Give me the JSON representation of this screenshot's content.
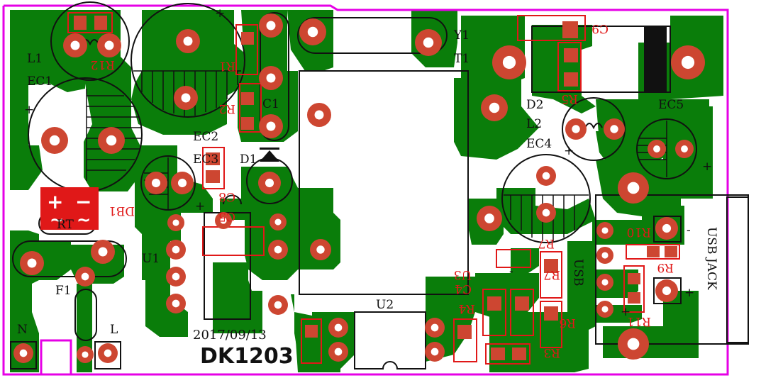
{
  "board": {
    "part_number": "DK1203",
    "date": "2017/09/13",
    "colors": {
      "copper": "#0a7d0a",
      "pad": "#cd4631",
      "pad_hole": "#ffffff",
      "silkscreen": "#111111",
      "bottom_silk": "#e01818",
      "outline": "#e600e6",
      "background": "#ffffff"
    }
  },
  "labels": {
    "L1": "L1",
    "EC1": "EC1",
    "R12": "R12",
    "R1": "R1",
    "R2": "R2",
    "C1": "C1",
    "EC2": "EC2",
    "EC3": "EC3",
    "D1": "D1",
    "C8": "C8",
    "C5": "C5",
    "DB1": "DB1",
    "RT": "RT",
    "U1": "U1",
    "F1": "F1",
    "N": "N",
    "L": "L",
    "Y1": "Y1",
    "T1": "T1",
    "D2": "D2",
    "L2": "L2",
    "EC4": "EC4",
    "EC5": "EC5",
    "C9": "C9",
    "R10": "R10",
    "R9": "R9",
    "R11": "R11",
    "U3": "U3",
    "C4": "C4",
    "R4": "R4",
    "R7": "R7",
    "R6": "R6",
    "R3": "R3",
    "R5": "R5",
    "U2": "U2",
    "USB": "USB",
    "USB_JACK": "USB JACK",
    "plus": "+",
    "minus": "−",
    "tilde": "~",
    "dash": "-"
  }
}
